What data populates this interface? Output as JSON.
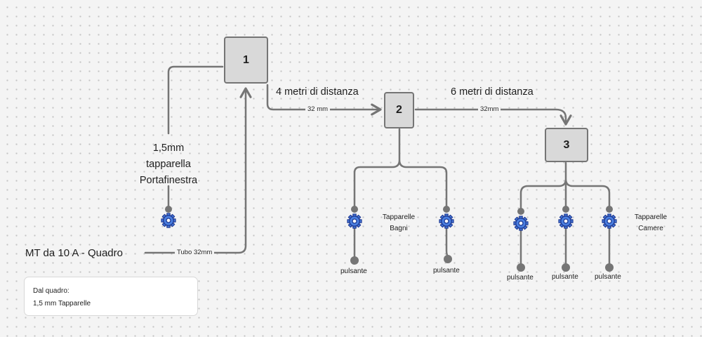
{
  "nodes": {
    "n1": "1",
    "n2": "2",
    "n3": "3"
  },
  "labels": {
    "distance_1_2": "4 metri di distanza",
    "distance_2_3": "6 metri di distanza",
    "edge_1_2": "32  mm",
    "edge_2_3": "32mm",
    "edge_source": "Tubo 32mm",
    "portafinestra_line1": "1,5mm",
    "portafinestra_line2": "tapparella",
    "portafinestra_line3": "Portafinestra",
    "source": "MT da 10 A - Quadro",
    "bagni_line1": "Tapparelle",
    "bagni_line2": "Bagni",
    "camere_line1": "Tapparelle",
    "camere_line2": "Camere",
    "pulsante": "pulsante"
  },
  "note": {
    "line1": "Dal quadro:",
    "line2": "1,5 mm Tapparelle"
  },
  "colors": {
    "connector": "#757575",
    "node_fill": "#d9d9d9",
    "gear_fill": "#4a7fe0",
    "gear_stroke": "#1f3a93"
  }
}
